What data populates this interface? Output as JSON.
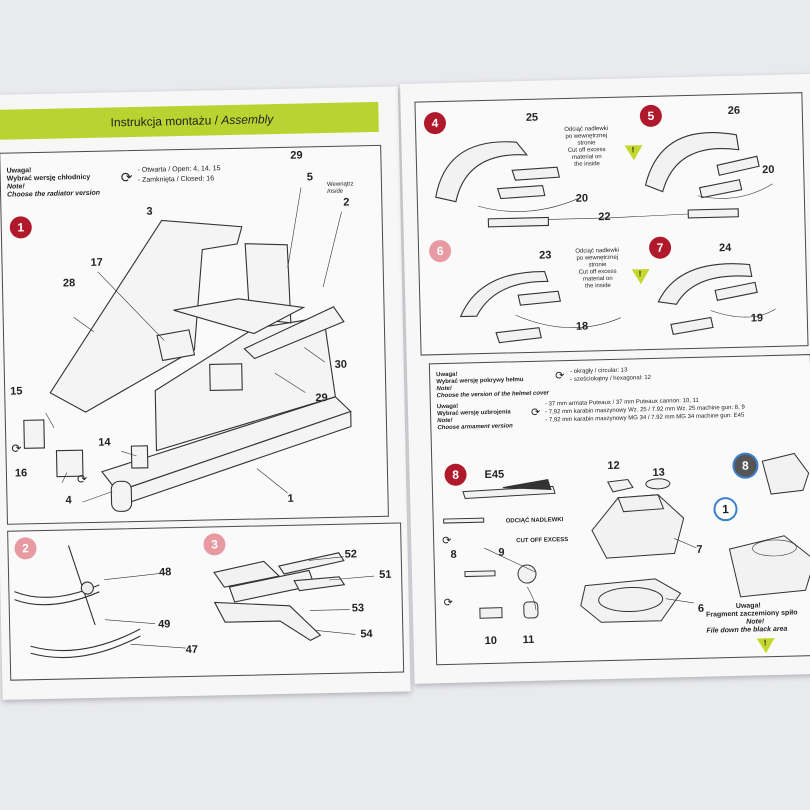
{
  "left_page": {
    "banner": {
      "title_pl": "Instrukcja montażu / ",
      "title_en": "Assembly"
    },
    "note": {
      "uwaga": "Uwaga!",
      "pl": "Wybrać wersję chłodnicy",
      "en_note": "Note!",
      "en": "Choose the radiator version",
      "opt_open": "- Otwarta / Open: 4, 14, 15",
      "opt_closed": "- Zamknięta / Closed: 16"
    },
    "step1": {
      "badge": "1",
      "inside_pl": "Wewnątrz",
      "inside_en": "Inside",
      "labels": [
        "29",
        "5",
        "2",
        "3",
        "17",
        "28",
        "15",
        "14",
        "16",
        "4",
        "29",
        "30",
        "1"
      ]
    },
    "step2": {
      "badge": "2",
      "labels": [
        "48",
        "49",
        "47"
      ]
    },
    "step3": {
      "badge": "3",
      "labels": [
        "52",
        "51",
        "53",
        "54"
      ]
    }
  },
  "right_page": {
    "step4": {
      "badge": "4",
      "labels": [
        "25",
        "20",
        "22"
      ]
    },
    "step5": {
      "badge": "5",
      "labels": [
        "26",
        "20"
      ]
    },
    "step6": {
      "badge": "6",
      "labels": [
        "23",
        "18"
      ]
    },
    "step7": {
      "badge": "7",
      "labels": [
        "24",
        "19"
      ]
    },
    "cut_note_a": {
      "pl1": "Odciąć nadlewki",
      "pl2": "po wewnętrznej",
      "pl3": "stronie",
      "en1": "Cut off excess",
      "en2": "material on",
      "en3": "the inside"
    },
    "cut_note_b": {
      "pl1": "Odciąć nadlewki",
      "pl2": "po wewnętrznej",
      "pl3": "stronie",
      "en1": "Cut off excess",
      "en2": "material on",
      "en3": "the inside"
    },
    "helmet_note": {
      "uwaga": "Uwaga!",
      "pl": "Wybrać wersję pokrywy hełmu",
      "en_note": "Note!",
      "en": "Choose the version of the helmet cover",
      "opt1": "- okrągły / circular: 13",
      "opt2": "- sześciokątny / hexagonal: 12"
    },
    "armament_note": {
      "uwaga": "Uwaga!",
      "pl": "Wybrać wersję uzbrojenia",
      "en_note": "Note!",
      "en": "Choose armament version",
      "opt1": "- 37 mm armata Puteaux / 37 mm Puteaux cannon: 10, 11",
      "opt2": "- 7,92 mm karabin maszynowy Wz. 25 / 7.92 mm Wz. 25 machine gun: 8, 9",
      "opt3": "- 7,92 mm karabin maszynowy MG 34 / 7.92 mm MG 34 machine gun: E45"
    },
    "step8": {
      "badge": "8",
      "e45": "E45",
      "cut_pl": "ODCIĄĆ NADLEWKI",
      "cut_en": "CUT OFF EXCESS",
      "labels": [
        "12",
        "13",
        "8",
        "9",
        "7",
        "10",
        "11",
        "6"
      ]
    },
    "inset": {
      "badge_top": "8",
      "badge_one": "1",
      "uwaga": "Uwaga!",
      "pl": "Fragment zaczemiony spiło",
      "en_note": "Note!",
      "en": "File down the black area"
    }
  }
}
